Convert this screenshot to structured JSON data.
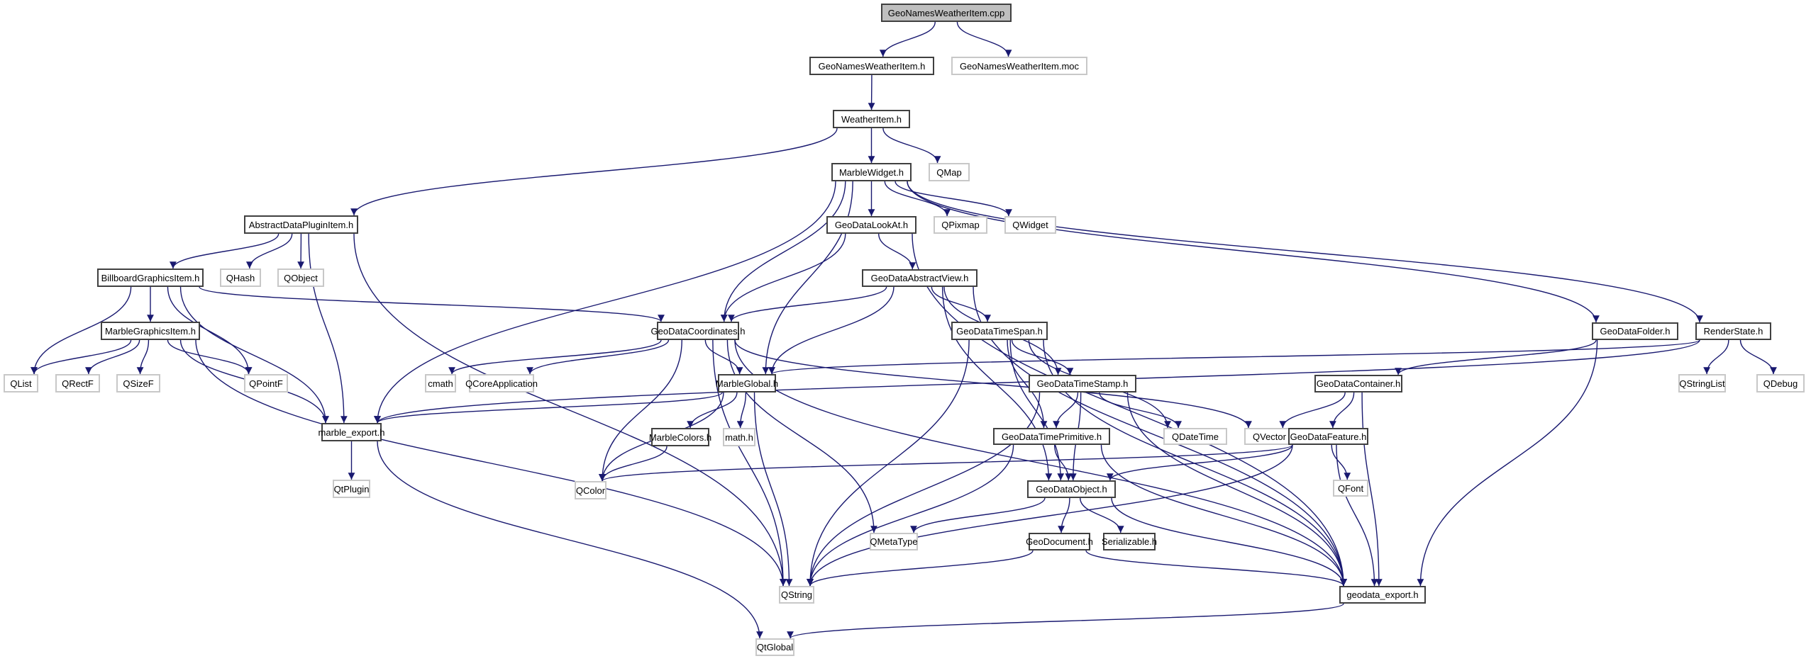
{
  "title": "GeoNamesWeatherItem.cpp include dependency graph",
  "colors": {
    "edge": "#191970",
    "root_fill": "#bfbfbf",
    "node_border": "#404040",
    "external_border": "#c8c8c8"
  },
  "nodes": [
    {
      "id": "cpp",
      "label": "GeoNamesWeatherItem.cpp",
      "kind": "root"
    },
    {
      "id": "gnwh",
      "label": "GeoNamesWeatherItem.h",
      "kind": "doc"
    },
    {
      "id": "moc",
      "label": "GeoNamesWeatherItem.moc",
      "kind": "ext"
    },
    {
      "id": "wih",
      "label": "WeatherItem.h",
      "kind": "doc"
    },
    {
      "id": "mwh",
      "label": "MarbleWidget.h",
      "kind": "doc"
    },
    {
      "id": "qmap",
      "label": "QMap",
      "kind": "ext"
    },
    {
      "id": "adpi",
      "label": "AbstractDataPluginItem.h",
      "kind": "doc"
    },
    {
      "id": "bgi",
      "label": "BillboardGraphicsItem.h",
      "kind": "doc"
    },
    {
      "id": "qhash",
      "label": "QHash",
      "kind": "ext"
    },
    {
      "id": "qobject",
      "label": "QObject",
      "kind": "ext"
    },
    {
      "id": "mgi",
      "label": "MarbleGraphicsItem.h",
      "kind": "doc"
    },
    {
      "id": "qlist",
      "label": "QList",
      "kind": "ext"
    },
    {
      "id": "qrectf",
      "label": "QRectF",
      "kind": "ext"
    },
    {
      "id": "qsizef",
      "label": "QSizeF",
      "kind": "ext"
    },
    {
      "id": "qpointf",
      "label": "QPointF",
      "kind": "ext"
    },
    {
      "id": "mexp",
      "label": "marble_export.h",
      "kind": "doc"
    },
    {
      "id": "qtplugin",
      "label": "QtPlugin",
      "kind": "ext"
    },
    {
      "id": "cmath",
      "label": "cmath",
      "kind": "ext"
    },
    {
      "id": "qcoreapp",
      "label": "QCoreApplication",
      "kind": "ext"
    },
    {
      "id": "gdc",
      "label": "GeoDataCoordinates.h",
      "kind": "doc"
    },
    {
      "id": "mglobal",
      "label": "MarbleGlobal.h",
      "kind": "doc"
    },
    {
      "id": "mcolors",
      "label": "MarbleColors.h",
      "kind": "doc"
    },
    {
      "id": "mathh",
      "label": "math.h",
      "kind": "ext"
    },
    {
      "id": "qcolor",
      "label": "QColor",
      "kind": "ext"
    },
    {
      "id": "gdla",
      "label": "GeoDataLookAt.h",
      "kind": "doc"
    },
    {
      "id": "qpixmap",
      "label": "QPixmap",
      "kind": "ext"
    },
    {
      "id": "qwidget",
      "label": "QWidget",
      "kind": "ext"
    },
    {
      "id": "gdav",
      "label": "GeoDataAbstractView.h",
      "kind": "doc"
    },
    {
      "id": "gdtspan",
      "label": "GeoDataTimeSpan.h",
      "kind": "doc"
    },
    {
      "id": "gdtstamp",
      "label": "GeoDataTimeStamp.h",
      "kind": "doc"
    },
    {
      "id": "gdtprim",
      "label": "GeoDataTimePrimitive.h",
      "kind": "doc"
    },
    {
      "id": "qdatetime",
      "label": "QDateTime",
      "kind": "ext"
    },
    {
      "id": "qvector",
      "label": "QVector",
      "kind": "ext"
    },
    {
      "id": "gdcont",
      "label": "GeoDataContainer.h",
      "kind": "doc"
    },
    {
      "id": "gdfeat",
      "label": "GeoDataFeature.h",
      "kind": "doc"
    },
    {
      "id": "qfont",
      "label": "QFont",
      "kind": "ext"
    },
    {
      "id": "gdfolder",
      "label": "GeoDataFolder.h",
      "kind": "doc"
    },
    {
      "id": "rstate",
      "label": "RenderState.h",
      "kind": "doc"
    },
    {
      "id": "qstringlist",
      "label": "QStringList",
      "kind": "ext"
    },
    {
      "id": "qdebug",
      "label": "QDebug",
      "kind": "ext"
    },
    {
      "id": "gdobj",
      "label": "GeoDataObject.h",
      "kind": "doc"
    },
    {
      "id": "qmetatype",
      "label": "QMetaType",
      "kind": "ext"
    },
    {
      "id": "gddoc",
      "label": "GeoDocument.h",
      "kind": "doc"
    },
    {
      "id": "serial",
      "label": "Serializable.h",
      "kind": "doc"
    },
    {
      "id": "qstring",
      "label": "QString",
      "kind": "ext"
    },
    {
      "id": "gdexp",
      "label": "geodata_export.h",
      "kind": "doc"
    },
    {
      "id": "qtglobal",
      "label": "QtGlobal",
      "kind": "ext"
    }
  ],
  "edges": [
    [
      "cpp",
      "gnwh"
    ],
    [
      "cpp",
      "moc"
    ],
    [
      "gnwh",
      "wih"
    ],
    [
      "wih",
      "adpi"
    ],
    [
      "wih",
      "mwh"
    ],
    [
      "wih",
      "qmap"
    ],
    [
      "mwh",
      "mexp"
    ],
    [
      "mwh",
      "gdc"
    ],
    [
      "mwh",
      "mglobal"
    ],
    [
      "mwh",
      "gdla"
    ],
    [
      "mwh",
      "qpixmap"
    ],
    [
      "mwh",
      "qwidget"
    ],
    [
      "mwh",
      "gdfolder"
    ],
    [
      "mwh",
      "rstate"
    ],
    [
      "adpi",
      "bgi"
    ],
    [
      "adpi",
      "qhash"
    ],
    [
      "adpi",
      "qobject"
    ],
    [
      "adpi",
      "mexp"
    ],
    [
      "adpi",
      "qstring"
    ],
    [
      "bgi",
      "qlist"
    ],
    [
      "bgi",
      "mgi"
    ],
    [
      "bgi",
      "qpointf"
    ],
    [
      "bgi",
      "mexp"
    ],
    [
      "bgi",
      "gdc"
    ],
    [
      "mgi",
      "qlist"
    ],
    [
      "mgi",
      "qrectf"
    ],
    [
      "mgi",
      "qsizef"
    ],
    [
      "mgi",
      "qpointf"
    ],
    [
      "mgi",
      "mexp"
    ],
    [
      "mgi",
      "qstring"
    ],
    [
      "mexp",
      "qtplugin"
    ],
    [
      "mexp",
      "qtglobal"
    ],
    [
      "gdla",
      "gdc"
    ],
    [
      "gdla",
      "gdav"
    ],
    [
      "gdla",
      "gdexp"
    ],
    [
      "gdav",
      "gdc"
    ],
    [
      "gdav",
      "mglobal"
    ],
    [
      "gdav",
      "gdtspan"
    ],
    [
      "gdav",
      "gdtstamp"
    ],
    [
      "gdav",
      "gdobj"
    ],
    [
      "gdav",
      "gdexp"
    ],
    [
      "gdc",
      "cmath"
    ],
    [
      "gdc",
      "qcoreapp"
    ],
    [
      "gdc",
      "mglobal"
    ],
    [
      "gdc",
      "qstring"
    ],
    [
      "gdc",
      "qmetatype"
    ],
    [
      "gdc",
      "qvector"
    ],
    [
      "gdc",
      "gdexp"
    ],
    [
      "gdc",
      "qcolor"
    ],
    [
      "mglobal",
      "mexp"
    ],
    [
      "mglobal",
      "mcolors"
    ],
    [
      "mglobal",
      "mathh"
    ],
    [
      "mglobal",
      "qcolor"
    ],
    [
      "mglobal",
      "qstring"
    ],
    [
      "mcolors",
      "qcolor"
    ],
    [
      "gdtspan",
      "gdtstamp"
    ],
    [
      "gdtspan",
      "gdtprim"
    ],
    [
      "gdtspan",
      "qdatetime"
    ],
    [
      "gdtspan",
      "qstring"
    ],
    [
      "gdtspan",
      "gdobj"
    ],
    [
      "gdtspan",
      "gdexp"
    ],
    [
      "gdtstamp",
      "gdtprim"
    ],
    [
      "gdtstamp",
      "qdatetime"
    ],
    [
      "gdtstamp",
      "gdobj"
    ],
    [
      "gdtstamp",
      "qstring"
    ],
    [
      "gdtstamp",
      "gdexp"
    ],
    [
      "gdtprim",
      "gdobj"
    ],
    [
      "gdtprim",
      "qstring"
    ],
    [
      "gdtprim",
      "gdexp"
    ],
    [
      "gdfolder",
      "gdcont"
    ],
    [
      "gdfolder",
      "gdexp"
    ],
    [
      "rstate",
      "mglobal"
    ],
    [
      "rstate",
      "mexp"
    ],
    [
      "rstate",
      "qstringlist"
    ],
    [
      "rstate",
      "qdebug"
    ],
    [
      "gdcont",
      "qvector"
    ],
    [
      "gdcont",
      "gdfeat"
    ],
    [
      "gdcont",
      "gdexp"
    ],
    [
      "gdfeat",
      "qcolor"
    ],
    [
      "gdfeat",
      "gdobj"
    ],
    [
      "gdfeat",
      "qfont"
    ],
    [
      "gdfeat",
      "qstring"
    ],
    [
      "gdfeat",
      "gdexp"
    ],
    [
      "gdobj",
      "qmetatype"
    ],
    [
      "gdobj",
      "gddoc"
    ],
    [
      "gdobj",
      "serial"
    ],
    [
      "gdobj",
      "gdexp"
    ],
    [
      "gddoc",
      "qstring"
    ],
    [
      "gddoc",
      "gdexp"
    ],
    [
      "gdexp",
      "qtglobal"
    ]
  ]
}
